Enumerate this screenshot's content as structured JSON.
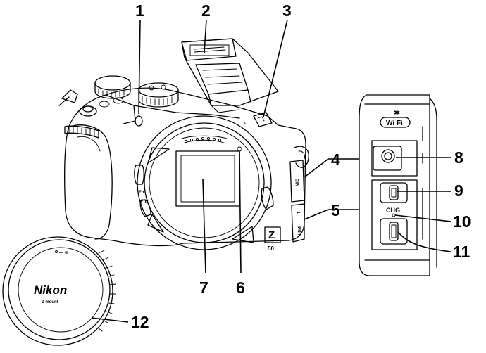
{
  "callouts": [
    "1",
    "2",
    "3",
    "4",
    "5",
    "6",
    "7",
    "8",
    "9",
    "10",
    "11",
    "12"
  ],
  "markings": {
    "wifi": "Wi Fi",
    "mic": "MIC",
    "hdmi": "HDMI",
    "usb": "⭠",
    "chg": "CHG",
    "fn1": "Fn1",
    "fn2": "Fn2",
    "model_z": "Z",
    "model_num": "50",
    "cap_brand": "Nikon",
    "cap_mount": "Z mount"
  }
}
